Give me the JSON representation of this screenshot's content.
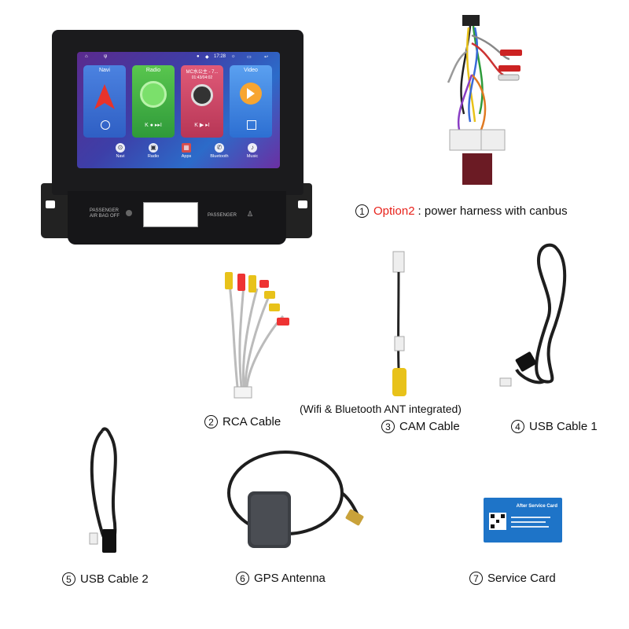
{
  "labels": {
    "option2_prefix": "Option2",
    "option2_rest": ": power harness with canbus",
    "rca": "RCA Cable",
    "cam": "CAM Cable",
    "cam_note": "(Wifi & Bluetooth ANT integrated)",
    "usb1": "USB Cable 1",
    "usb2": "USB Cable 2",
    "gps": "GPS Antenna",
    "service": "Service Card"
  },
  "numbers": {
    "n1": "1",
    "n2": "2",
    "n3": "3",
    "n4": "4",
    "n5": "5",
    "n6": "6",
    "n7": "7"
  },
  "screen": {
    "time": "17:28",
    "tiles": [
      {
        "name": "Navi",
        "color": "#3a74d8"
      },
      {
        "name": "Radio",
        "color": "#4db84a"
      },
      {
        "name": "MC水公主 - 7...",
        "sub": "01:43/04:02",
        "color": "#d94c6a"
      },
      {
        "name": "Video",
        "color": "#4a8ee8"
      }
    ],
    "dock": [
      "Navi",
      "Radio",
      "Apps",
      "Bluetooth",
      "Music"
    ]
  },
  "panel": {
    "passenger_airbag": "PASSENGER",
    "airbag_off": "AIR BAG OFF",
    "passenger_right": "PASSENGER"
  },
  "card": {
    "title": "After Service Card"
  },
  "colors": {
    "accent_red": "#e8221b",
    "card_blue": "#1e74c8"
  }
}
